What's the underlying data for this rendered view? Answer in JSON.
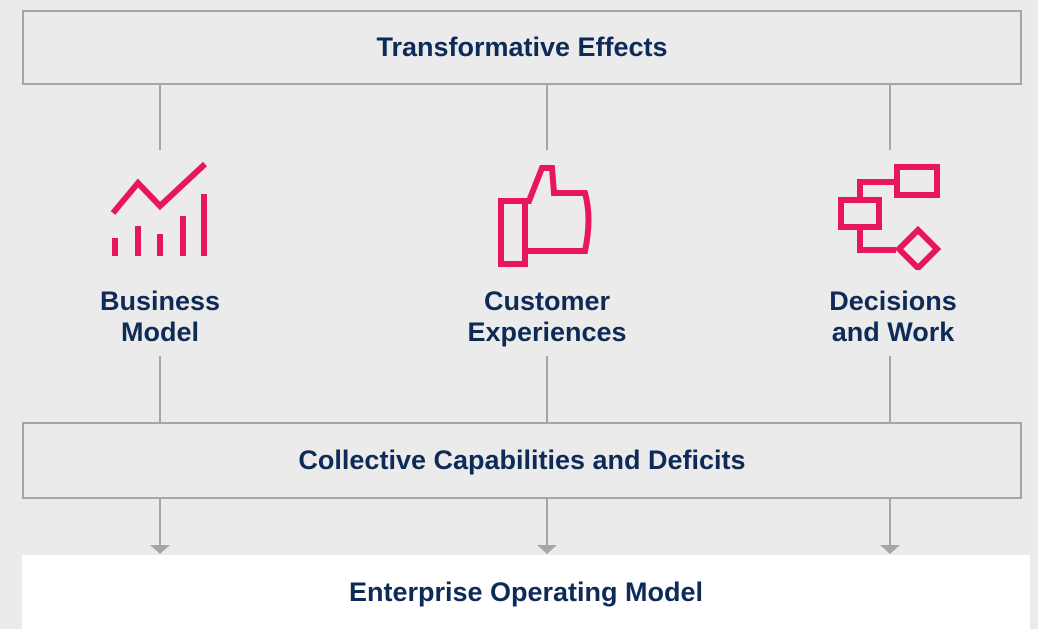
{
  "colors": {
    "background": "#ebebeb",
    "border": "#a6a6a6",
    "text": "#0e2a57",
    "icon": "#e8175d",
    "bottom_box": "#ffffff"
  },
  "top_box": {
    "label": "Transformative Effects"
  },
  "columns": [
    {
      "icon": "growth-chart-icon",
      "line1": "Business",
      "line2": "Model"
    },
    {
      "icon": "thumbs-up-icon",
      "line1": "Customer",
      "line2": "Experiences"
    },
    {
      "icon": "flowchart-icon",
      "line1": "Decisions",
      "line2": "and Work"
    }
  ],
  "middle_box": {
    "label": "Collective Capabilities and Deficits"
  },
  "bottom_box": {
    "label": "Enterprise Operating Model"
  }
}
